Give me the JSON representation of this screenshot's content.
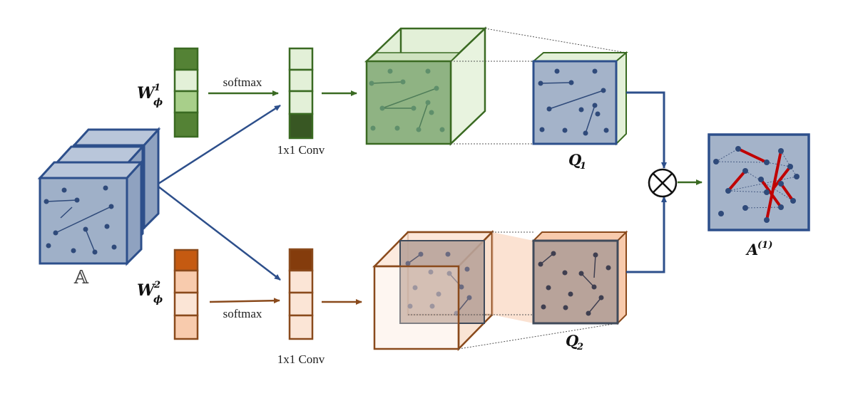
{
  "labels": {
    "input_symbol": "𝔸",
    "w1_main": "W",
    "w1_sub": "ϕ",
    "w1_sup": "1",
    "w2_main": "W",
    "w2_sub": "ϕ",
    "w2_sup": "2",
    "softmax_top": "softmax",
    "softmax_bottom": "softmax",
    "conv_top": "1x1 Conv",
    "conv_bottom": "1x1 Conv",
    "q1_main": "Q",
    "q1_sub": "1",
    "q2_main": "Q",
    "q2_sub": "2",
    "output_main": "A",
    "output_sup": "(1)",
    "multiply_symbol": "⊗"
  },
  "colors": {
    "blue": "#2d4f8b",
    "blue_fill": "#9fb0c8",
    "green": "#3a6a22",
    "green_light": "#e3f0d8",
    "green_mid": "#a8cf8a",
    "green_dark": "#385723",
    "green_cube": "#8fb383",
    "orange": "#8a4a1c",
    "orange_dark": "#843c0c",
    "orange_bright": "#c55a11",
    "orange_light": "#f8cbad",
    "orange_pale": "#fbe5d6",
    "red_edge": "#c00000",
    "graph_node": "#2f4a7a",
    "graph_panel": "#a4b3c9"
  },
  "vectors": {
    "w1_cells": [
      "green_mid_dark",
      "green_light",
      "green_mid",
      "green_mid_dark"
    ],
    "softmax1_cells": [
      "green_light",
      "green_light",
      "green_light",
      "green_dark"
    ],
    "w2_cells": [
      "orange_bright",
      "orange_light",
      "orange_pale",
      "orange_light"
    ],
    "softmax2_cells": [
      "orange_dark",
      "orange_pale",
      "orange_pale",
      "orange_pale"
    ]
  }
}
